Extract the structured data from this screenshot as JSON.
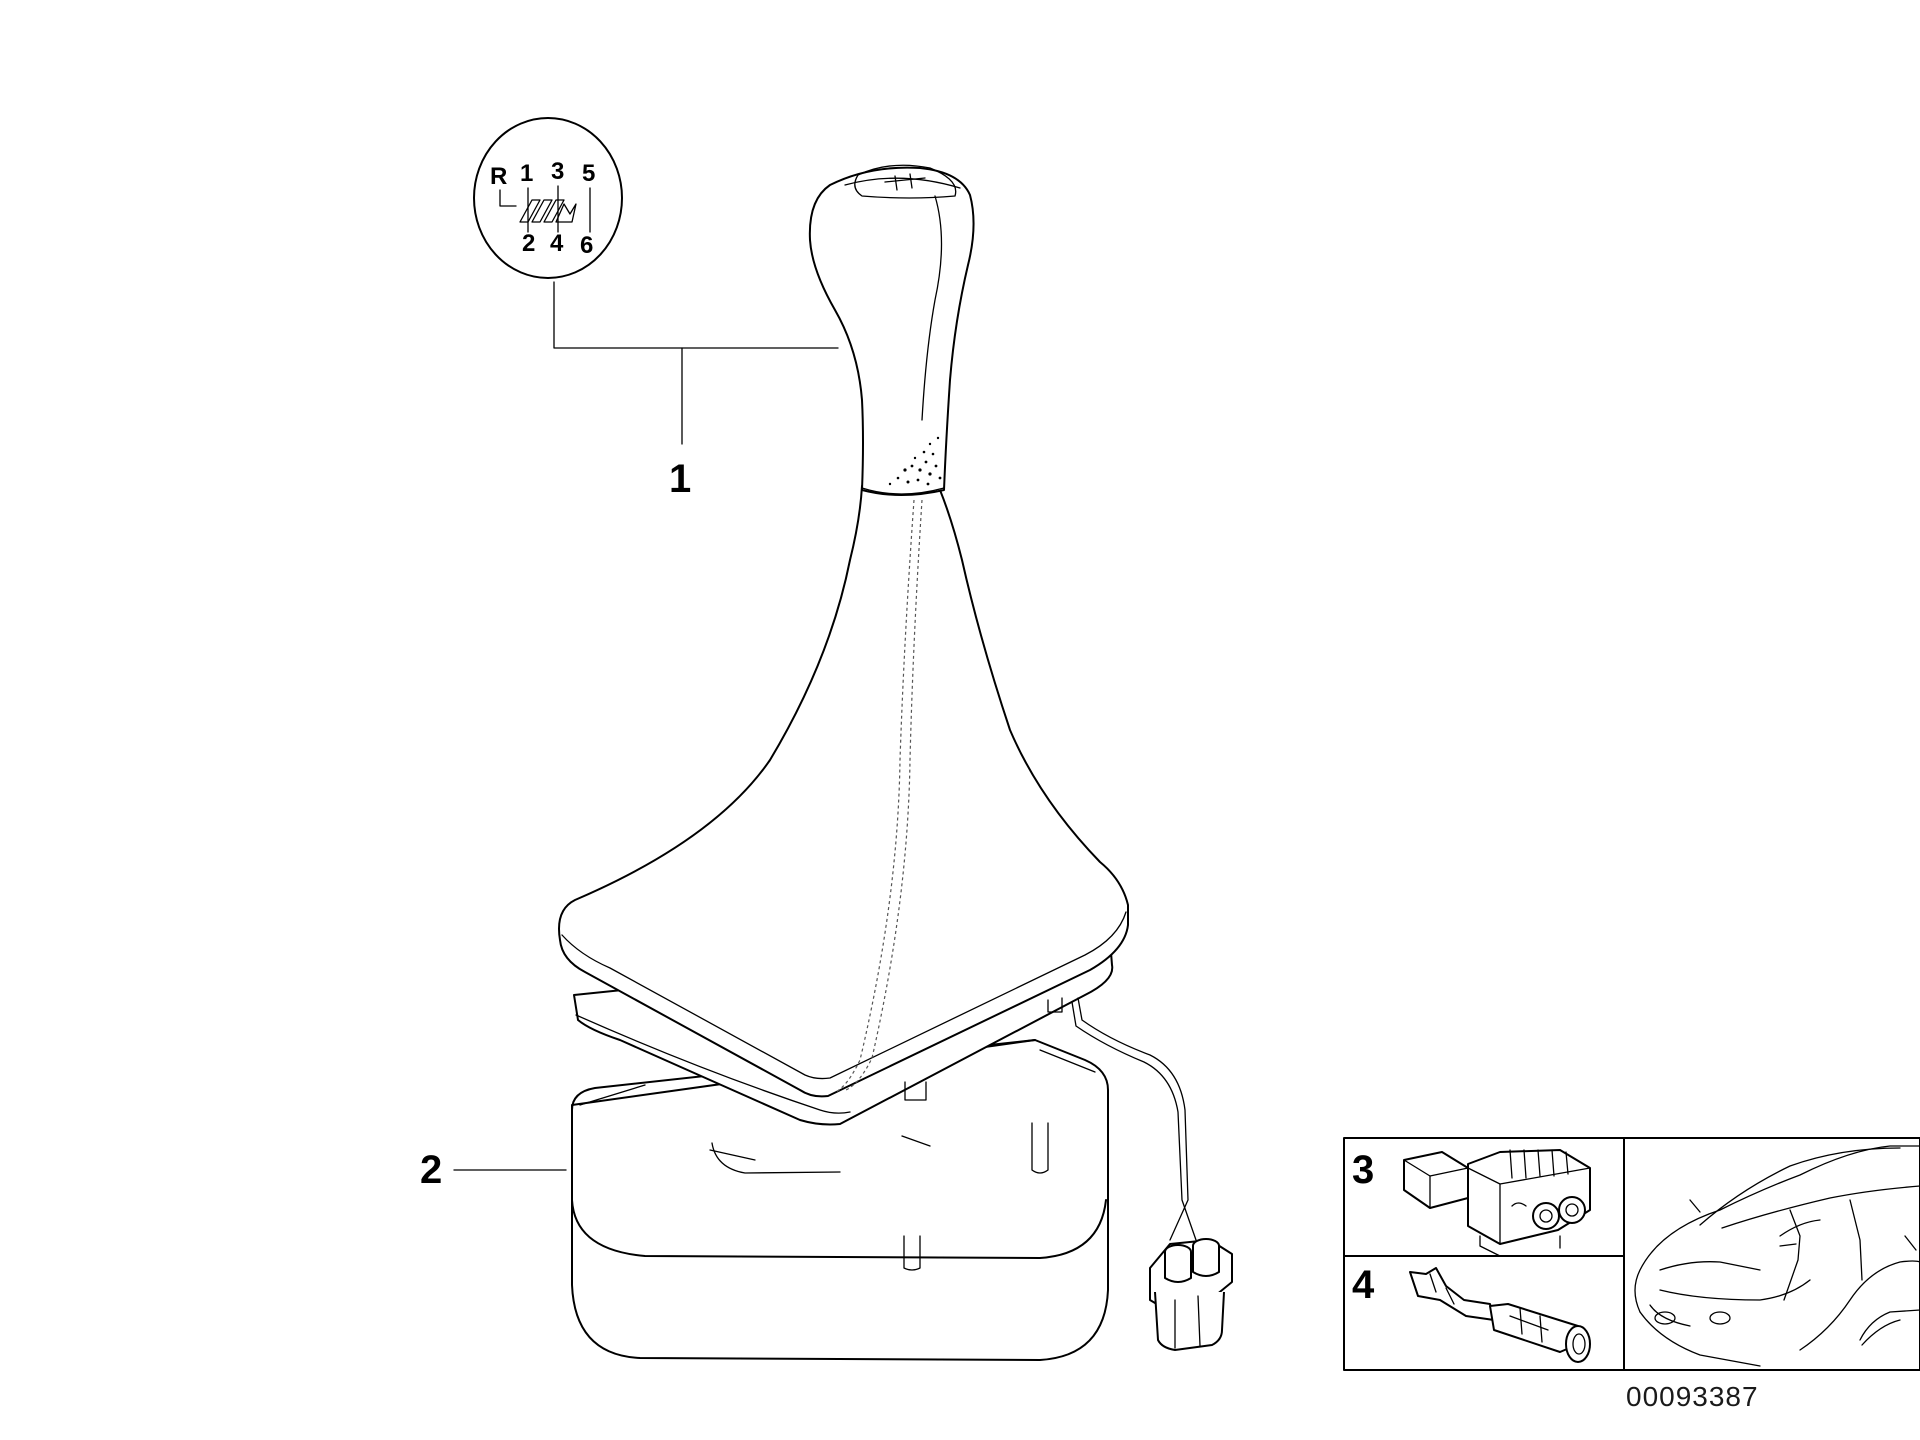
{
  "callouts": {
    "part1": "1",
    "part2": "2",
    "part3": "3",
    "part4": "4"
  },
  "shift_pattern": {
    "top_row": [
      "R",
      "1",
      "3",
      "5"
    ],
    "bottom_row": [
      "2",
      "4",
      "6"
    ]
  },
  "document_number": "00093387",
  "icons": [
    "shift-pattern-badge-icon",
    "gear-knob-icon",
    "shift-boot-icon",
    "boot-frame-icon",
    "wiring-harness-icon",
    "plug-connector-icon",
    "connector-housing-icon",
    "crimp-terminal-icon",
    "car-outline-icon"
  ],
  "colors": {
    "ink": "#000000",
    "background": "#ffffff"
  }
}
